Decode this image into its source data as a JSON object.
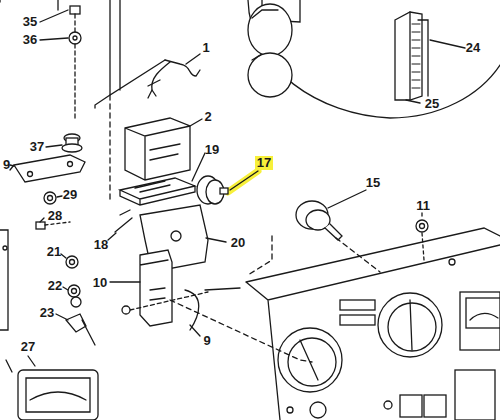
{
  "diagram": {
    "labels": [
      "35",
      "36",
      "1",
      "24",
      "25",
      "2",
      "37",
      "19",
      "17",
      "9",
      "15",
      "29",
      "11",
      "28",
      "18",
      "20",
      "21",
      "10",
      "22",
      "23",
      "9",
      "27"
    ]
  }
}
